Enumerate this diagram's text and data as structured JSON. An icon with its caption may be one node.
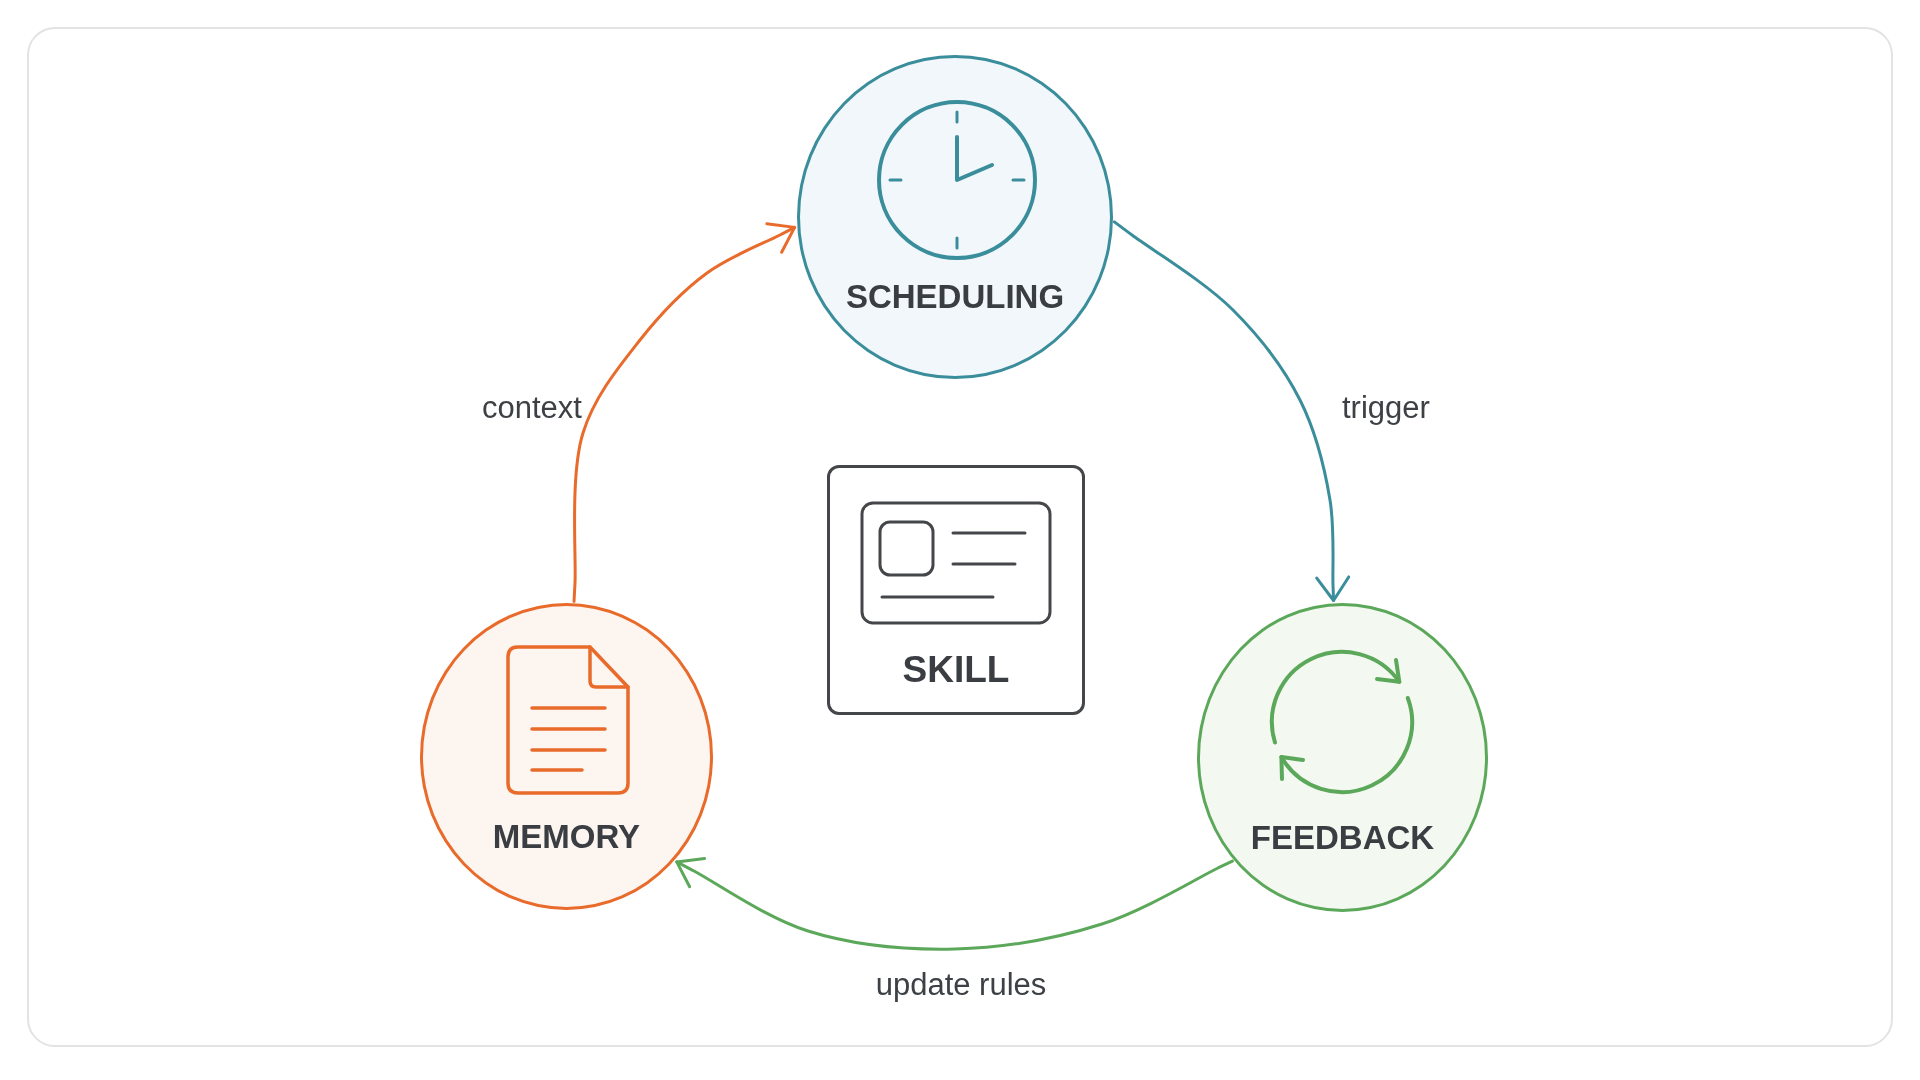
{
  "diagram": {
    "nodes": [
      {
        "text": [
          "SCHEDULING"
        ]
      },
      {
        "text": [
          "SKILL"
        ]
      },
      {
        "text": [
          "MEMORY"
        ]
      },
      {
        "text": [
          "FEEDBACK"
        ]
      }
    ],
    "edges": [
      {
        "from": 2,
        "to": 0,
        "arrow": "to",
        "label": "context",
        "color": "#e96b2b"
      },
      {
        "from": 0,
        "to": 3,
        "arrow": "to",
        "label": "trigger",
        "color": "#3a8d9b"
      },
      {
        "from": 3,
        "to": 2,
        "arrow": "to",
        "label": "update rules",
        "color": "#5ca85a"
      }
    ]
  }
}
